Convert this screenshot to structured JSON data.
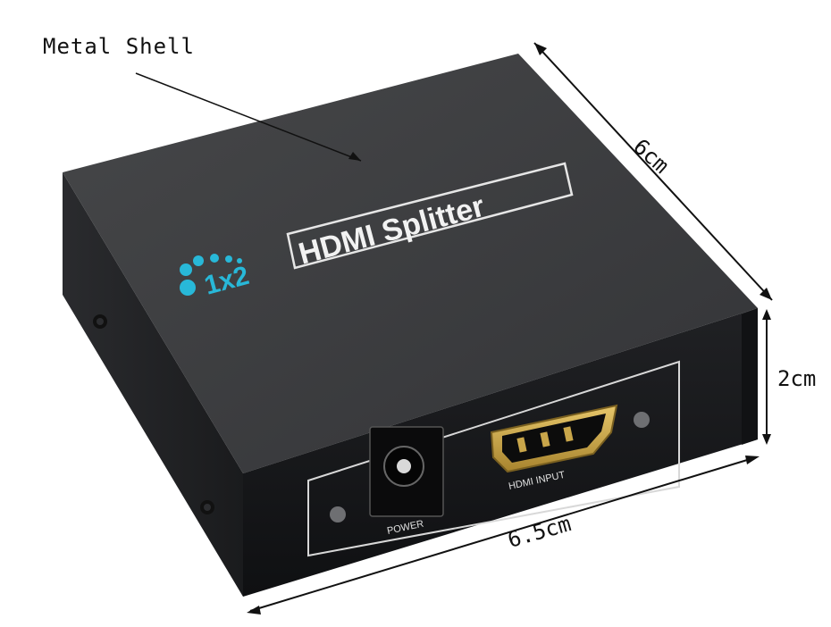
{
  "callouts": {
    "shell": "Metal Shell",
    "depth": "6cm",
    "height": "2cm",
    "width": "6.5cm"
  },
  "device": {
    "brand_badge": "1x2",
    "product_name": "HDMI Splitter",
    "port_power_label": "POWER",
    "port_input_label": "HDMI INPUT"
  },
  "colors": {
    "shell_top": "#3c3d40",
    "shell_side": "#1e1f21",
    "shell_front": "#151618",
    "accent": "#28b8d8",
    "connector_gold": "#c9a64a"
  }
}
